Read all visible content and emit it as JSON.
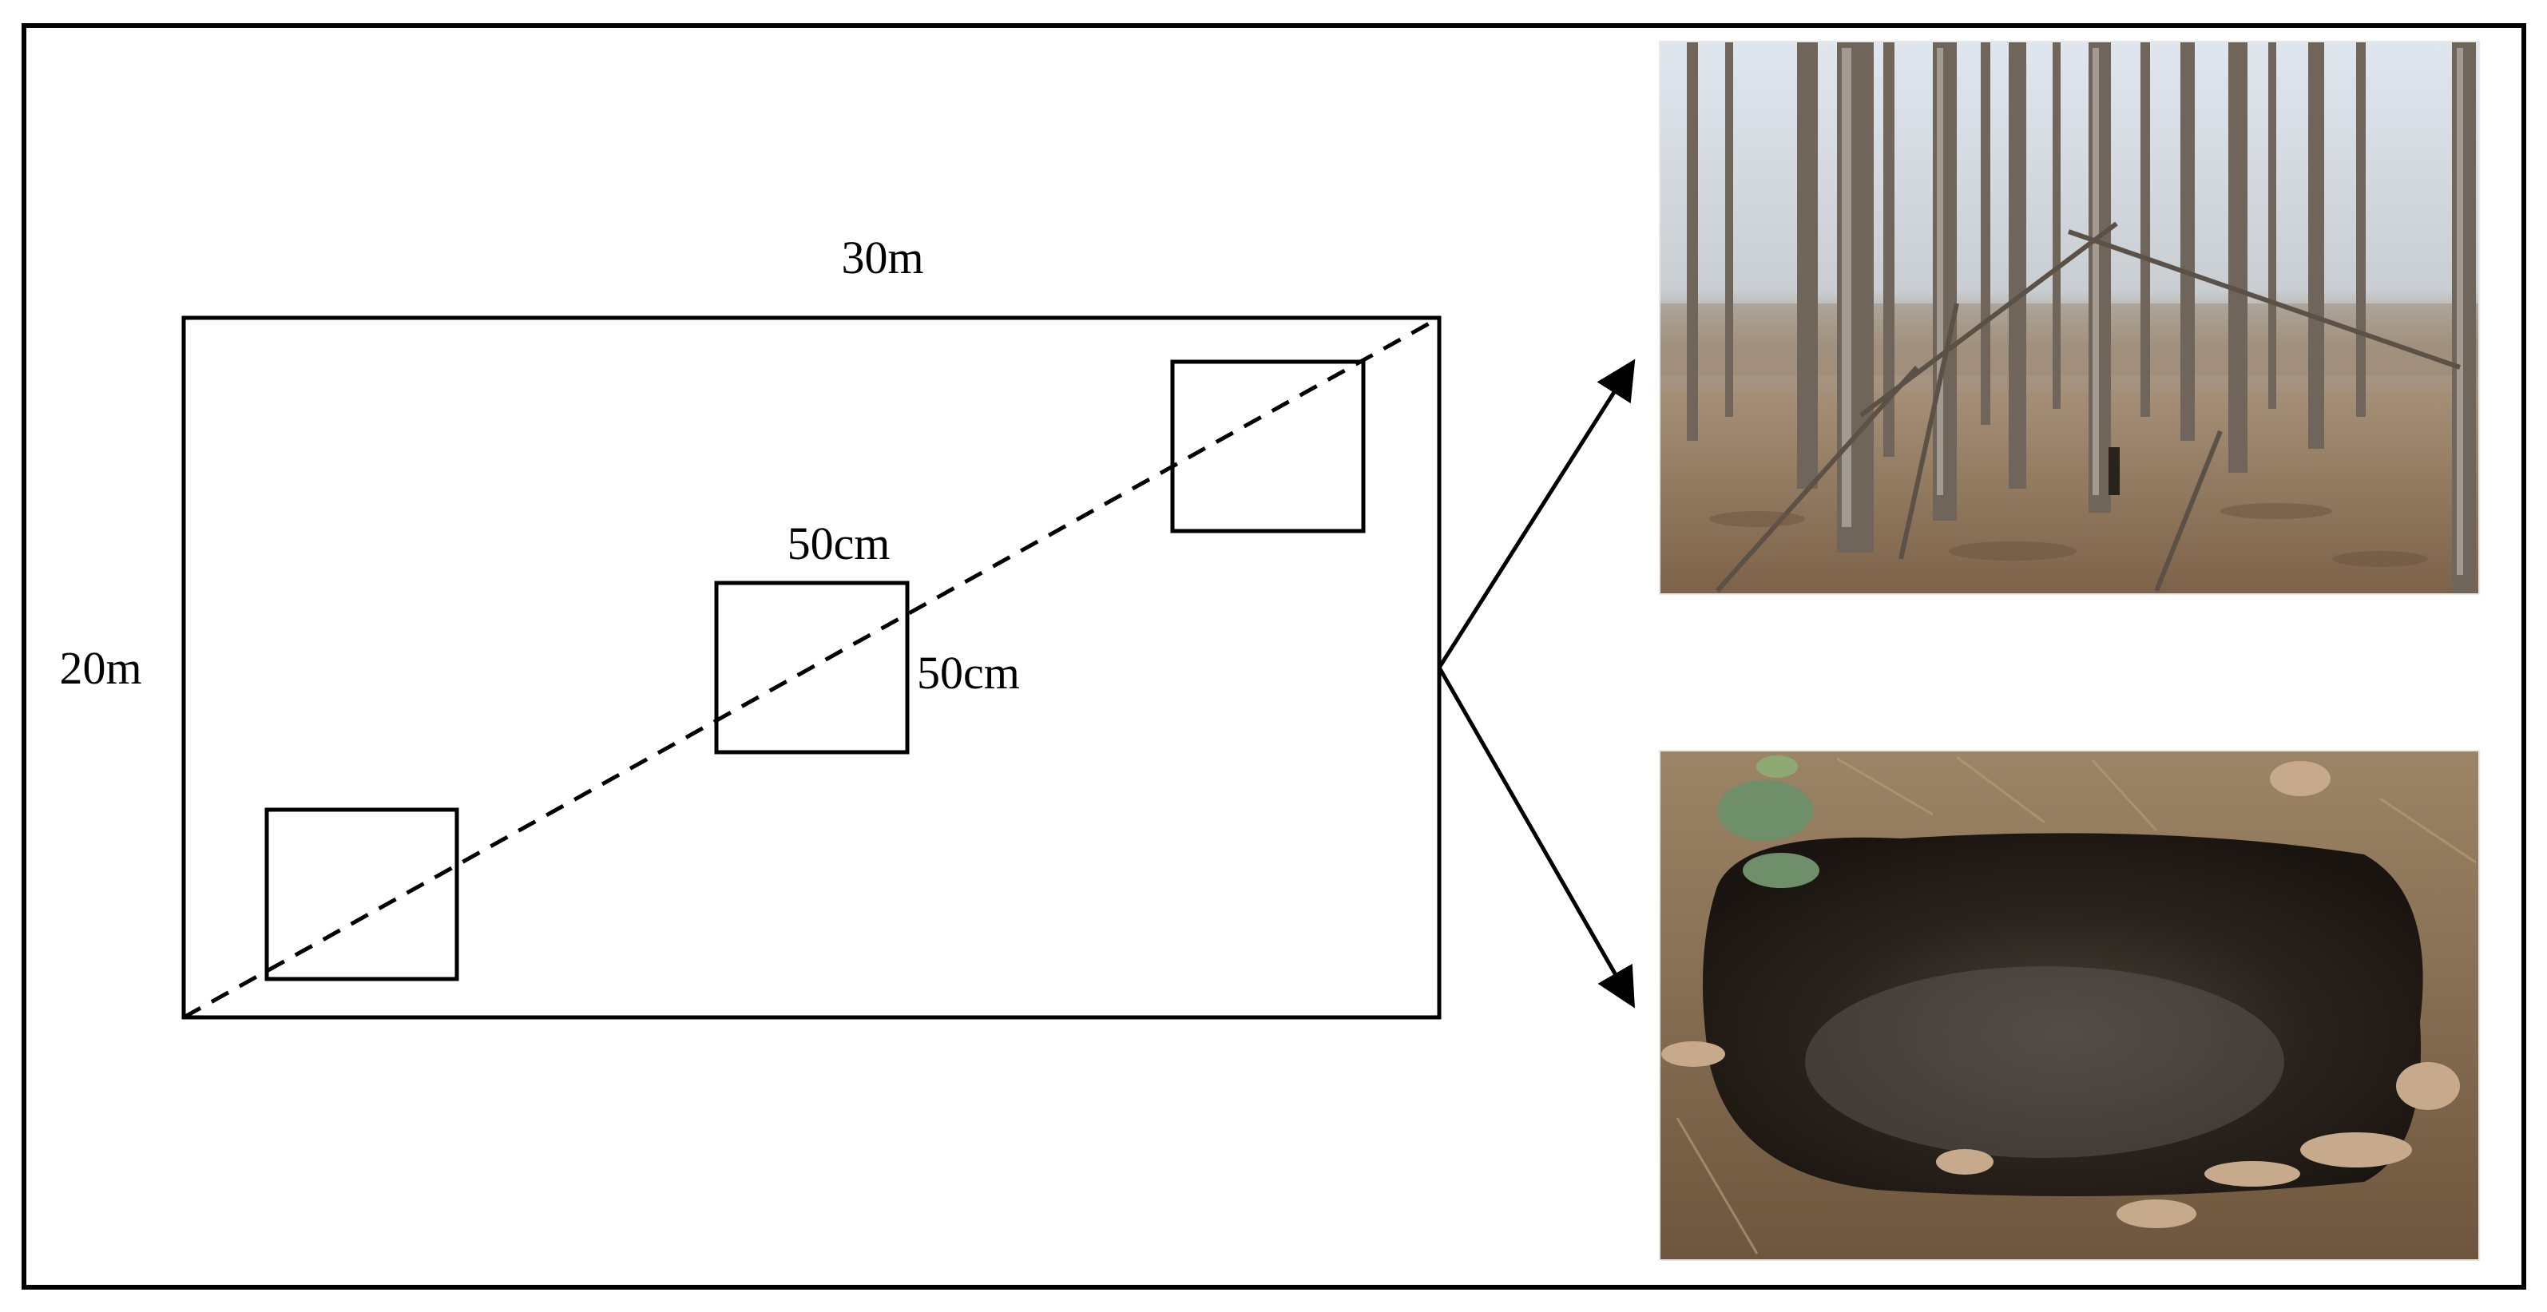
{
  "diagram": {
    "labels": {
      "plot_width": "30m",
      "plot_height": "20m",
      "quadrat_width": "50cm",
      "quadrat_height": "50cm"
    },
    "photos": [
      {
        "name": "forest-stand-photo",
        "subject": "forest stand"
      },
      {
        "name": "soil-quadrat-photo",
        "subject": "soil quadrat"
      }
    ]
  }
}
